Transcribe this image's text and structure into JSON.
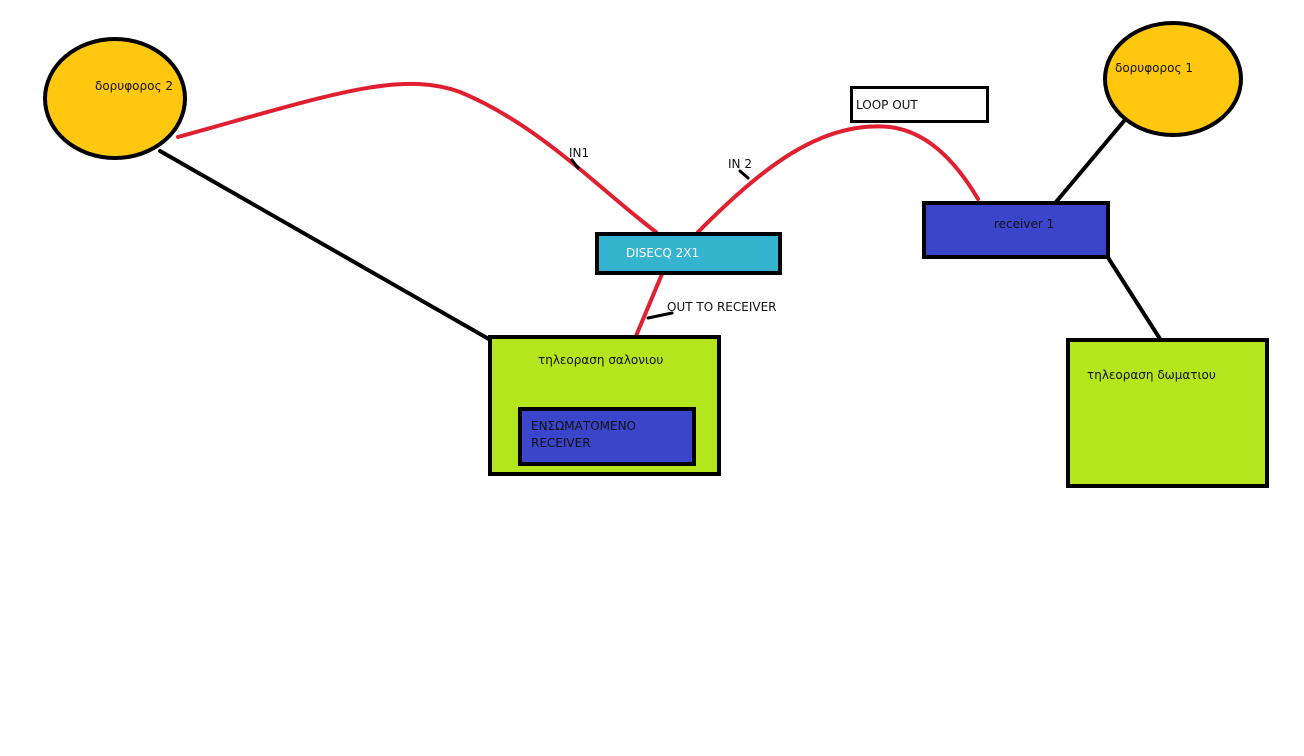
{
  "colors": {
    "satellite_fill": "#FFC80E",
    "switch_fill": "#35B4D0",
    "receiver_fill": "#3B45CC",
    "tv_fill": "#B5E61D",
    "cable_red": "#E02030",
    "cable_black": "#000000"
  },
  "nodes": {
    "satellite_2": {
      "label": "δορυφορος 2"
    },
    "satellite_1": {
      "label": "δορυφορος 1"
    },
    "diseqc": {
      "label": "DISECQ 2X1"
    },
    "receiver_1": {
      "label": "receiver 1"
    },
    "loop_out": {
      "label": "LOOP OUT"
    },
    "tv_living": {
      "label": "τηλεοραση σαλονιου"
    },
    "builtin_receiver": {
      "label": "ΕΝΣΩΜΑΤΟΜΕΝΟ RECEIVER"
    },
    "tv_room": {
      "label": "τηλεοραση δωματιου"
    }
  },
  "edge_labels": {
    "in1": "IN1",
    "in2": "IN 2",
    "out_to_receiver": "OUT TO RECEIVER"
  }
}
